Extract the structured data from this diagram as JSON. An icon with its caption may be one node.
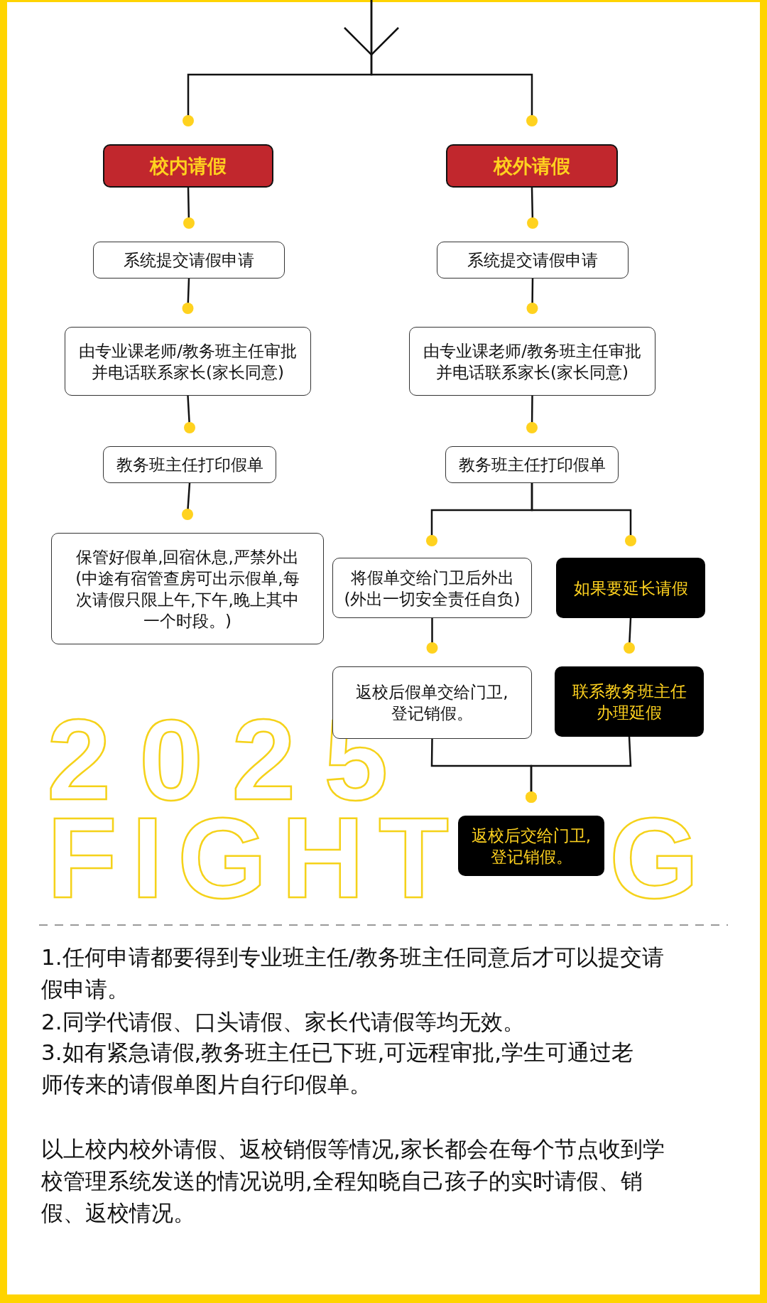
{
  "diagram": {
    "nodes": [
      {
        "text": [
          "校内请假"
        ]
      },
      {
        "text": [
          "校外请假"
        ]
      },
      {
        "text": [
          "系统提交请假申请"
        ]
      },
      {
        "text": [
          "系统提交请假申请"
        ]
      },
      {
        "text": [
          "由专业课老师/教务班主任审批并电话联系家长(家长同意)"
        ]
      },
      {
        "text": [
          "由专业课老师/教务班主任审批并电话联系家长(家长同意)"
        ]
      },
      {
        "text": [
          "教务班主任打印假单"
        ]
      },
      {
        "text": [
          "教务班主任打印假单"
        ]
      },
      {
        "text": [
          "保管好假单,回宿休息,严禁外出(中途有宿管查房可出示假单,每次请假只限上午,下午,晚上其中一个时段。)"
        ]
      },
      {
        "text": [
          "将假单交给门卫后外出(外出一切安全责任自负)"
        ]
      },
      {
        "text": [
          "如果要延长请假"
        ]
      },
      {
        "text": [
          "返校后假单交给门卫,登记销假。"
        ]
      },
      {
        "text": [
          "联系教务班主任办理延假"
        ]
      },
      {
        "text": [
          "返校后交给门卫,登记销假。"
        ]
      }
    ],
    "edges": [
      {
        "from": null,
        "to": 0,
        "arrow": "none"
      },
      {
        "from": null,
        "to": 1,
        "arrow": "none"
      },
      {
        "from": 0,
        "to": 2,
        "arrow": "none"
      },
      {
        "from": 1,
        "to": 3,
        "arrow": "none"
      },
      {
        "from": 2,
        "to": 4,
        "arrow": "none"
      },
      {
        "from": 3,
        "to": 5,
        "arrow": "none"
      },
      {
        "from": 4,
        "to": 6,
        "arrow": "none"
      },
      {
        "from": 5,
        "to": 7,
        "arrow": "none"
      },
      {
        "from": 6,
        "to": 8,
        "arrow": "none"
      },
      {
        "from": 7,
        "to": 9,
        "arrow": "none"
      },
      {
        "from": 7,
        "to": 10,
        "arrow": "none"
      },
      {
        "from": 9,
        "to": 11,
        "arrow": "none"
      },
      {
        "from": 10,
        "to": 12,
        "arrow": "none"
      },
      {
        "from": 11,
        "to": 13,
        "arrow": "none"
      },
      {
        "from": 12,
        "to": 13,
        "arrow": "none"
      }
    ],
    "labels": [
      "2025",
      "FIGHT",
      "G",
      "1.任何申请都要得到专业班主任/教务班主任同意后才可以提交请假申请。",
      "2.同学代请假、口头请假、家长代请假等均无效。",
      "3.如有紧急请假,教务班主任已下班,可远程审批,学生可通过老师传来的请假单图片自行印假单。",
      "以上校内校外请假、返校销假等情况,家长都会在每个节点收到学校管理系统发送的情况说明,全程知晓自己孩子的实时请假、销假、返校情况。"
    ]
  }
}
